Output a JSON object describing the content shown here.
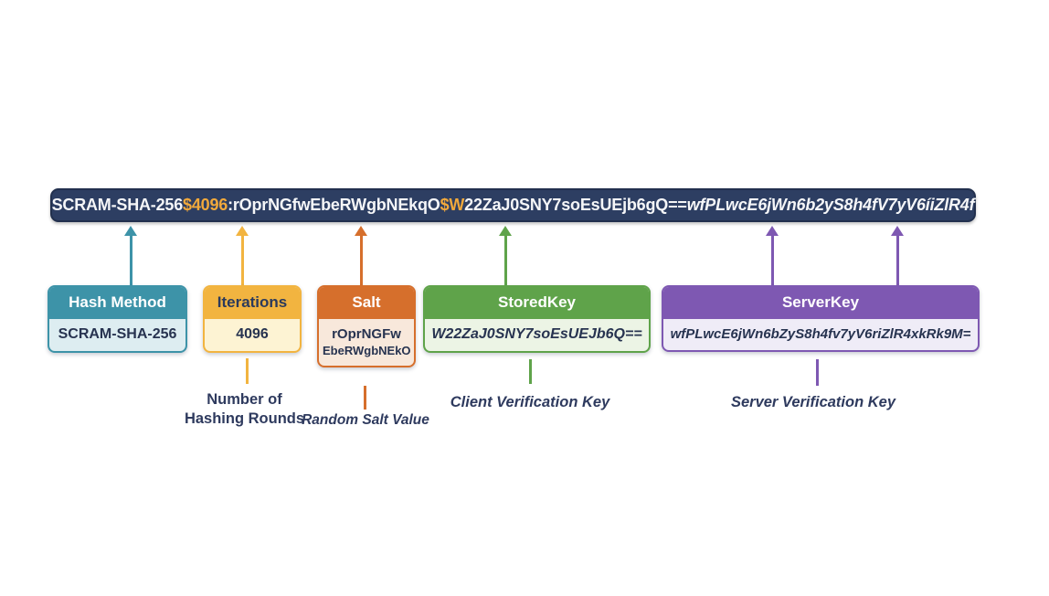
{
  "banner": {
    "background": "#2d3e62",
    "accent_color": "#f2a93b",
    "segments": [
      {
        "text": "SCRAM-SHA-256"
      },
      {
        "text": "$4096"
      },
      {
        "text": ":rOprNGfwEbeRWgbNEkqO"
      },
      {
        "text": "$W"
      },
      {
        "text": "22ZaJ0SNY7soEsUEjb6gQ=="
      },
      {
        "text": "wfPLwcE6jWn6b2yS8h4fV7yV6íiZlR4f"
      }
    ]
  },
  "arrows": [
    {
      "name": "hash-method",
      "color": "#3d93a8"
    },
    {
      "name": "iterations",
      "color": "#f2b440"
    },
    {
      "name": "salt",
      "color": "#d66f2c"
    },
    {
      "name": "storedkey",
      "color": "#5fa34a"
    },
    {
      "name": "serverkey-left",
      "color": "#7e58b2"
    },
    {
      "name": "serverkey-right",
      "color": "#7e58b2"
    }
  ],
  "fields": [
    {
      "label": "Hash Method",
      "value": "SCRAM-SHA-256",
      "color": "#3d93a8",
      "value_bg": "#ddedf1"
    },
    {
      "label": "Iterations",
      "value": "4096",
      "color": "#f2b440",
      "value_bg": "#fdf3d3",
      "annotation_line1": "Number of",
      "annotation_line2": "Hashing Rounds"
    },
    {
      "label": "Salt",
      "value": "rOprNGFw",
      "value2": "EbeRWgbNEkO",
      "color": "#d66f2c",
      "value_bg": "#f8e8db",
      "annotation": "Random Salt Value"
    },
    {
      "label": "StoredKey",
      "value": "W22ZaJ0SNY7soEsUEJb6Q==",
      "color": "#5fa34a",
      "value_bg": "#ecf4e5",
      "annotation": "Client Verification Key"
    },
    {
      "label": "ServerKey",
      "value": "wfPLwcE6jWn6bZyS8h4fv7yV6riZlR4xkRk9M=",
      "color": "#7e58b2",
      "value_bg": "#efecf7",
      "annotation": "Server Verification Key"
    }
  ]
}
